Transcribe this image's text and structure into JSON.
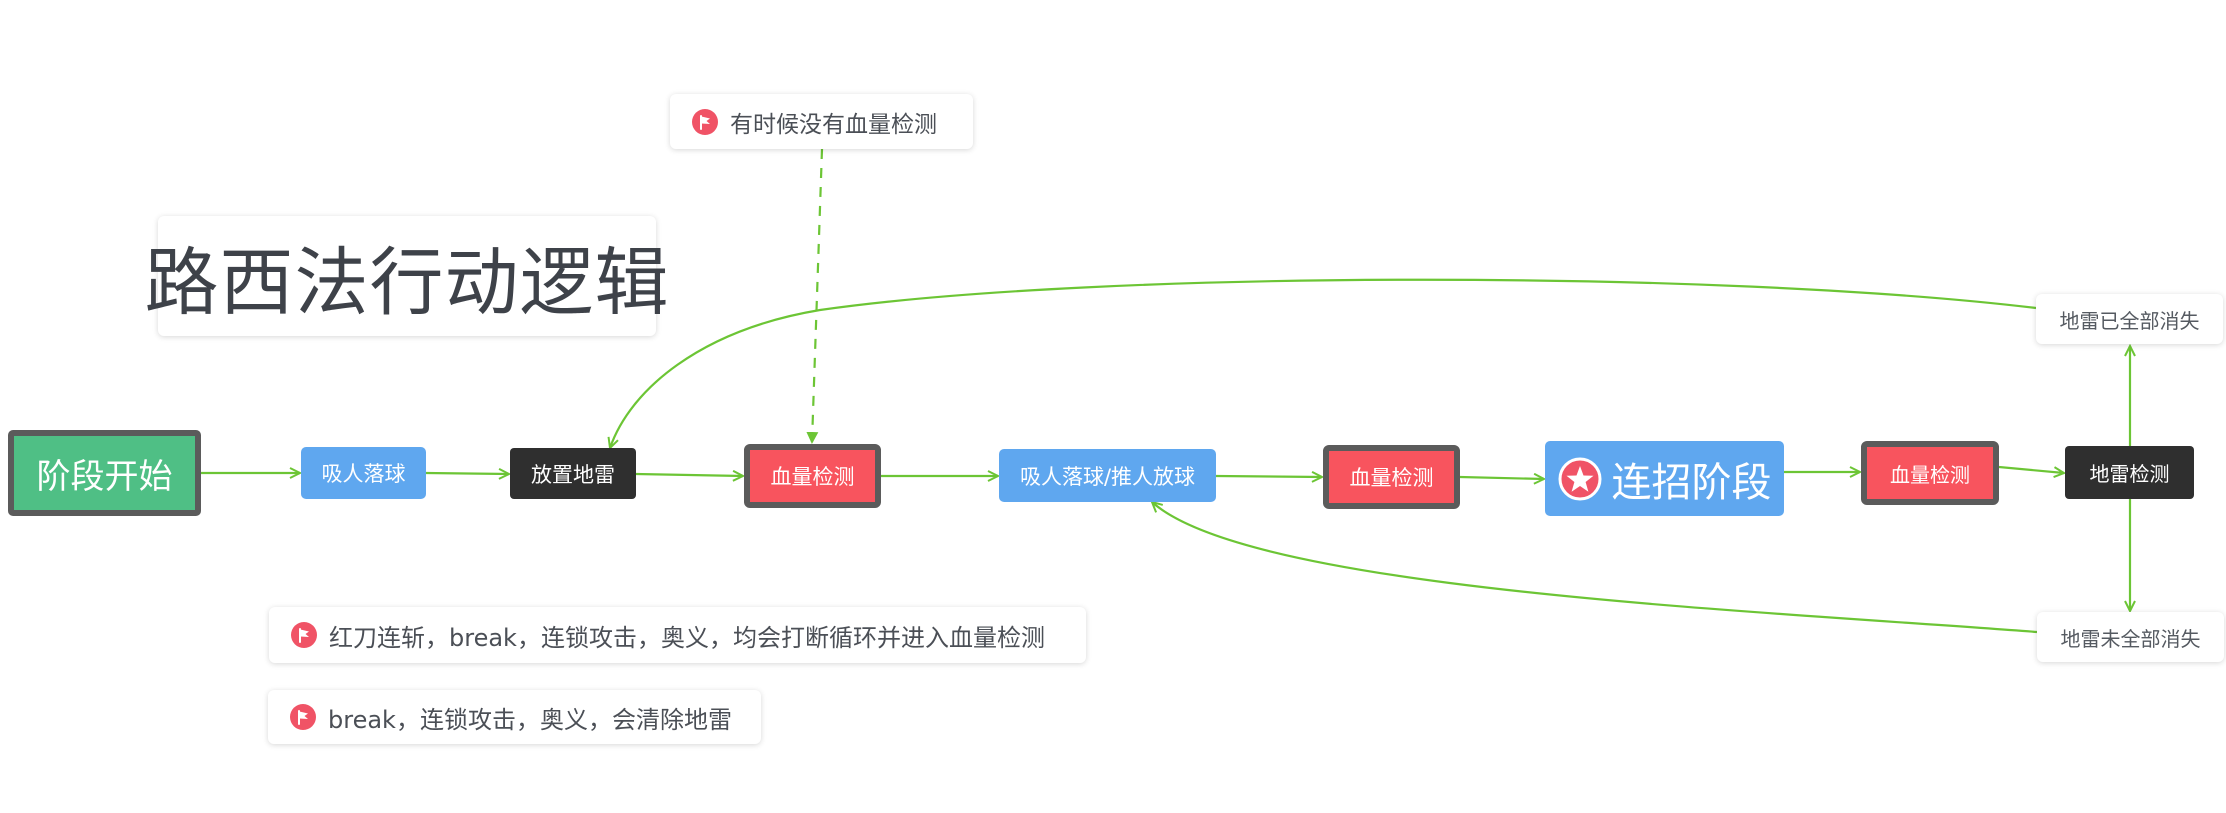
{
  "title": "路西法行动逻辑",
  "nodes": {
    "phase_start": "阶段开始",
    "suck_drop_ball_1": "吸人落球",
    "place_mine": "放置地雷",
    "hp_check_1": "血量检测",
    "suck_drop_push_ball": "吸人落球/推人放球",
    "hp_check_2": "血量检测",
    "combo_phase": "连招阶段",
    "hp_check_3": "血量检测",
    "mine_check": "地雷检测",
    "mines_all_gone": "地雷已全部消失",
    "mines_not_all_gone": "地雷未全部消失"
  },
  "notes": {
    "sometimes_no_hp_check": "有时候没有血量检测",
    "interrupt_note": "红刀连斩，break，连锁攻击，奥义，均会打断循环并进入血量检测",
    "clear_mines_note": "break，连锁攻击，奥义，会清除地雷"
  },
  "icons": {
    "note_icon": "flag-icon",
    "combo_icon": "star-icon"
  },
  "colors": {
    "connector": "#6cc535",
    "start_node": "#4fbf85",
    "blue_node": "#5fa7ef",
    "red_node": "#f8545e",
    "dark_node": "#2f2f2f",
    "node_border": "#5b5b5b",
    "flag_icon": "#f05366"
  }
}
